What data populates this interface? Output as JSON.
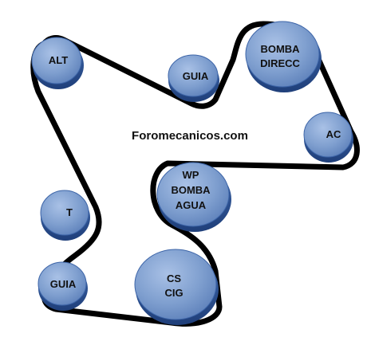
{
  "diagram": {
    "watermark": "Foromecanicos.com",
    "colors": {
      "pulley_face": "#7f9fcf",
      "pulley_edge": "#2f5597",
      "belt": "#000000",
      "label": "#111111"
    },
    "pulleys": {
      "alt": {
        "lines": [
          "ALT"
        ]
      },
      "guia_top": {
        "lines": [
          "GUIA"
        ]
      },
      "bomba_direcc": {
        "lines": [
          "BOMBA",
          "DIRECC"
        ]
      },
      "ac": {
        "lines": [
          "AC"
        ]
      },
      "wp": {
        "lines": [
          "WP",
          "BOMBA",
          "AGUA"
        ]
      },
      "t": {
        "lines": [
          "T"
        ]
      },
      "guia_bottom": {
        "lines": [
          "GUIA"
        ]
      },
      "cs": {
        "lines": [
          "CS",
          "CIG"
        ]
      }
    }
  }
}
